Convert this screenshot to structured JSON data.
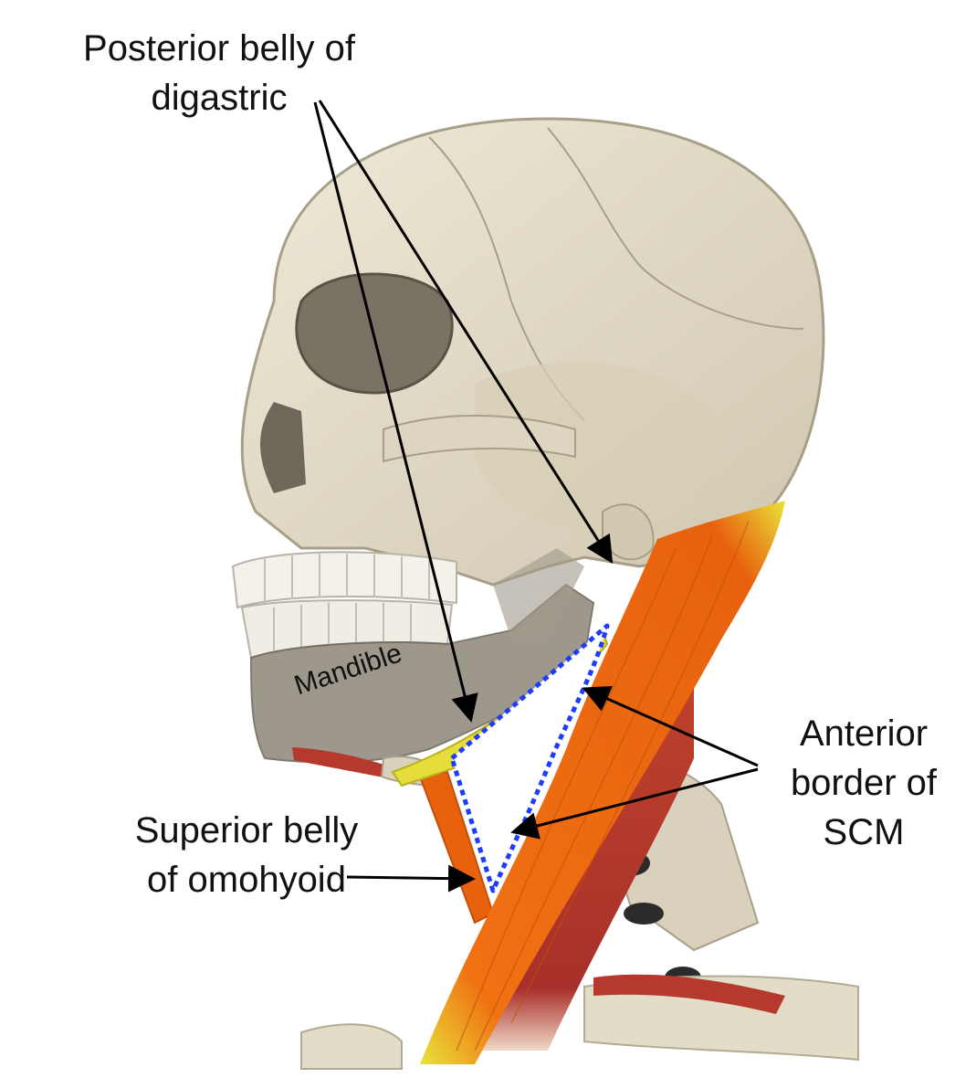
{
  "labels": {
    "posterior_line1": "Posterior belly of",
    "posterior_line2": "digastric",
    "mandible": "Mandible",
    "anterior_line1": "Anterior",
    "anterior_line2": "border of",
    "anterior_line3": "SCM",
    "omohyoid_line1": "Superior belly",
    "omohyoid_line2": "of omohyoid"
  },
  "colors": {
    "bone": "#e6dfcb",
    "bone_shadow": "#b9b09b",
    "muscle_orange": "#e8620e",
    "muscle_red": "#b03a2e",
    "tendon_yellow": "#e9e33a",
    "triangle_outline": "#1e3cff",
    "arrow": "#000000"
  }
}
